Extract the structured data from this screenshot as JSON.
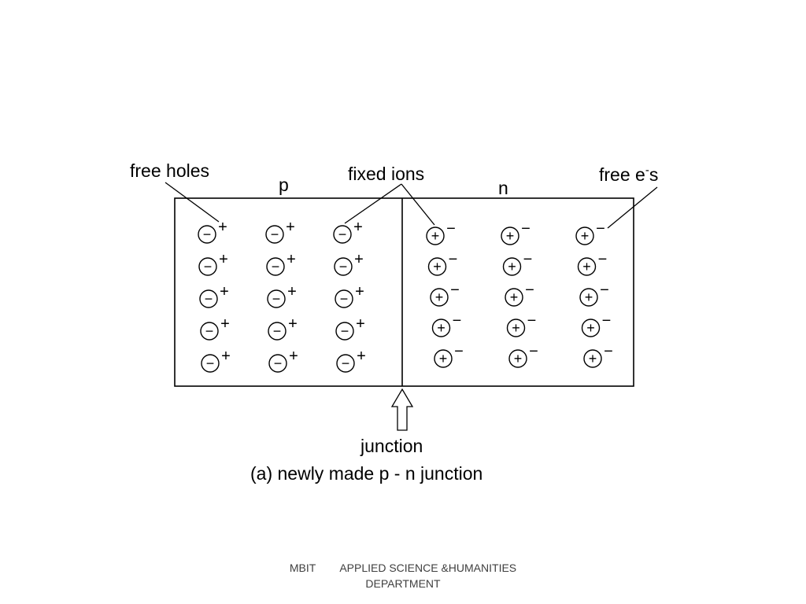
{
  "diagram": {
    "labels": {
      "free_holes": "free holes",
      "p_region": "p",
      "fixed_ions": "fixed ions",
      "n_region": "n",
      "free_electrons": "free e",
      "free_electrons_sup": "-",
      "free_electrons_suffix": "s",
      "junction": "junction",
      "caption": "(a) newly made p - n junction"
    },
    "p_side": {
      "rows": 5,
      "cols": 3,
      "ion_symbol": "−",
      "carrier_symbol": "+"
    },
    "n_side": {
      "rows": 5,
      "cols": 3,
      "ion_symbol": "+",
      "carrier_symbol": "−"
    }
  },
  "footer": {
    "org": "MBIT",
    "department_line1": "APPLIED SCIENCE &HUMANITIES",
    "department_line2": "DEPARTMENT"
  }
}
